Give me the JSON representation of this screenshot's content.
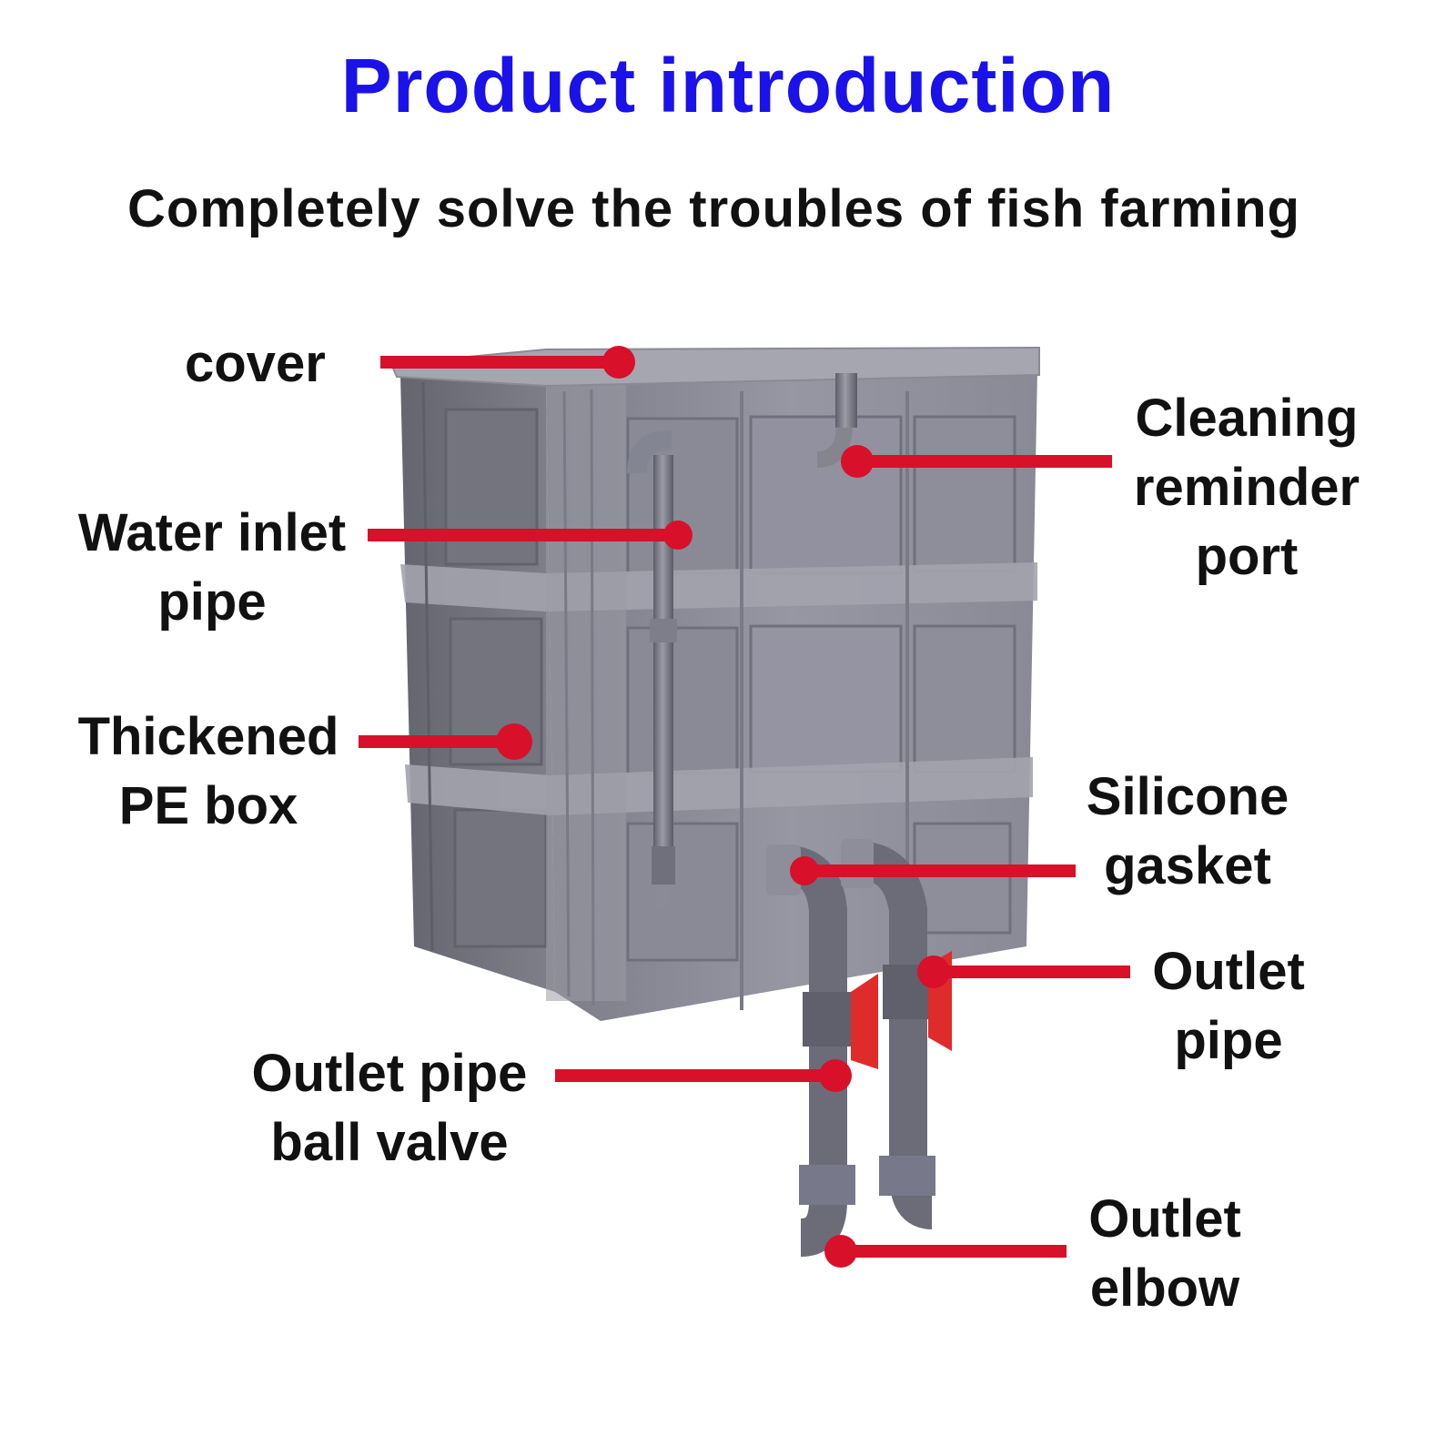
{
  "header": {
    "title": "Product introduction",
    "subtitle": "Completely solve the troubles of fish farming"
  },
  "labels": {
    "cover": [
      "cover"
    ],
    "cleaning_port": [
      "Cleaning",
      "reminder",
      "port"
    ],
    "water_inlet_pipe": [
      "Water inlet",
      "pipe"
    ],
    "thickened_box": [
      "Thickened",
      "PE box"
    ],
    "silicone_gasket": [
      "Silicone",
      "gasket"
    ],
    "outlet_pipe": [
      "Outlet",
      "pipe"
    ],
    "ball_valve": [
      "Outlet pipe",
      "ball valve"
    ],
    "outlet_elbow": [
      "Outlet",
      "elbow"
    ]
  },
  "colors": {
    "title": "#1a12e8",
    "callout": "#d8102a",
    "box": "#8c8c98",
    "valve_handle": "#e02b2b"
  }
}
